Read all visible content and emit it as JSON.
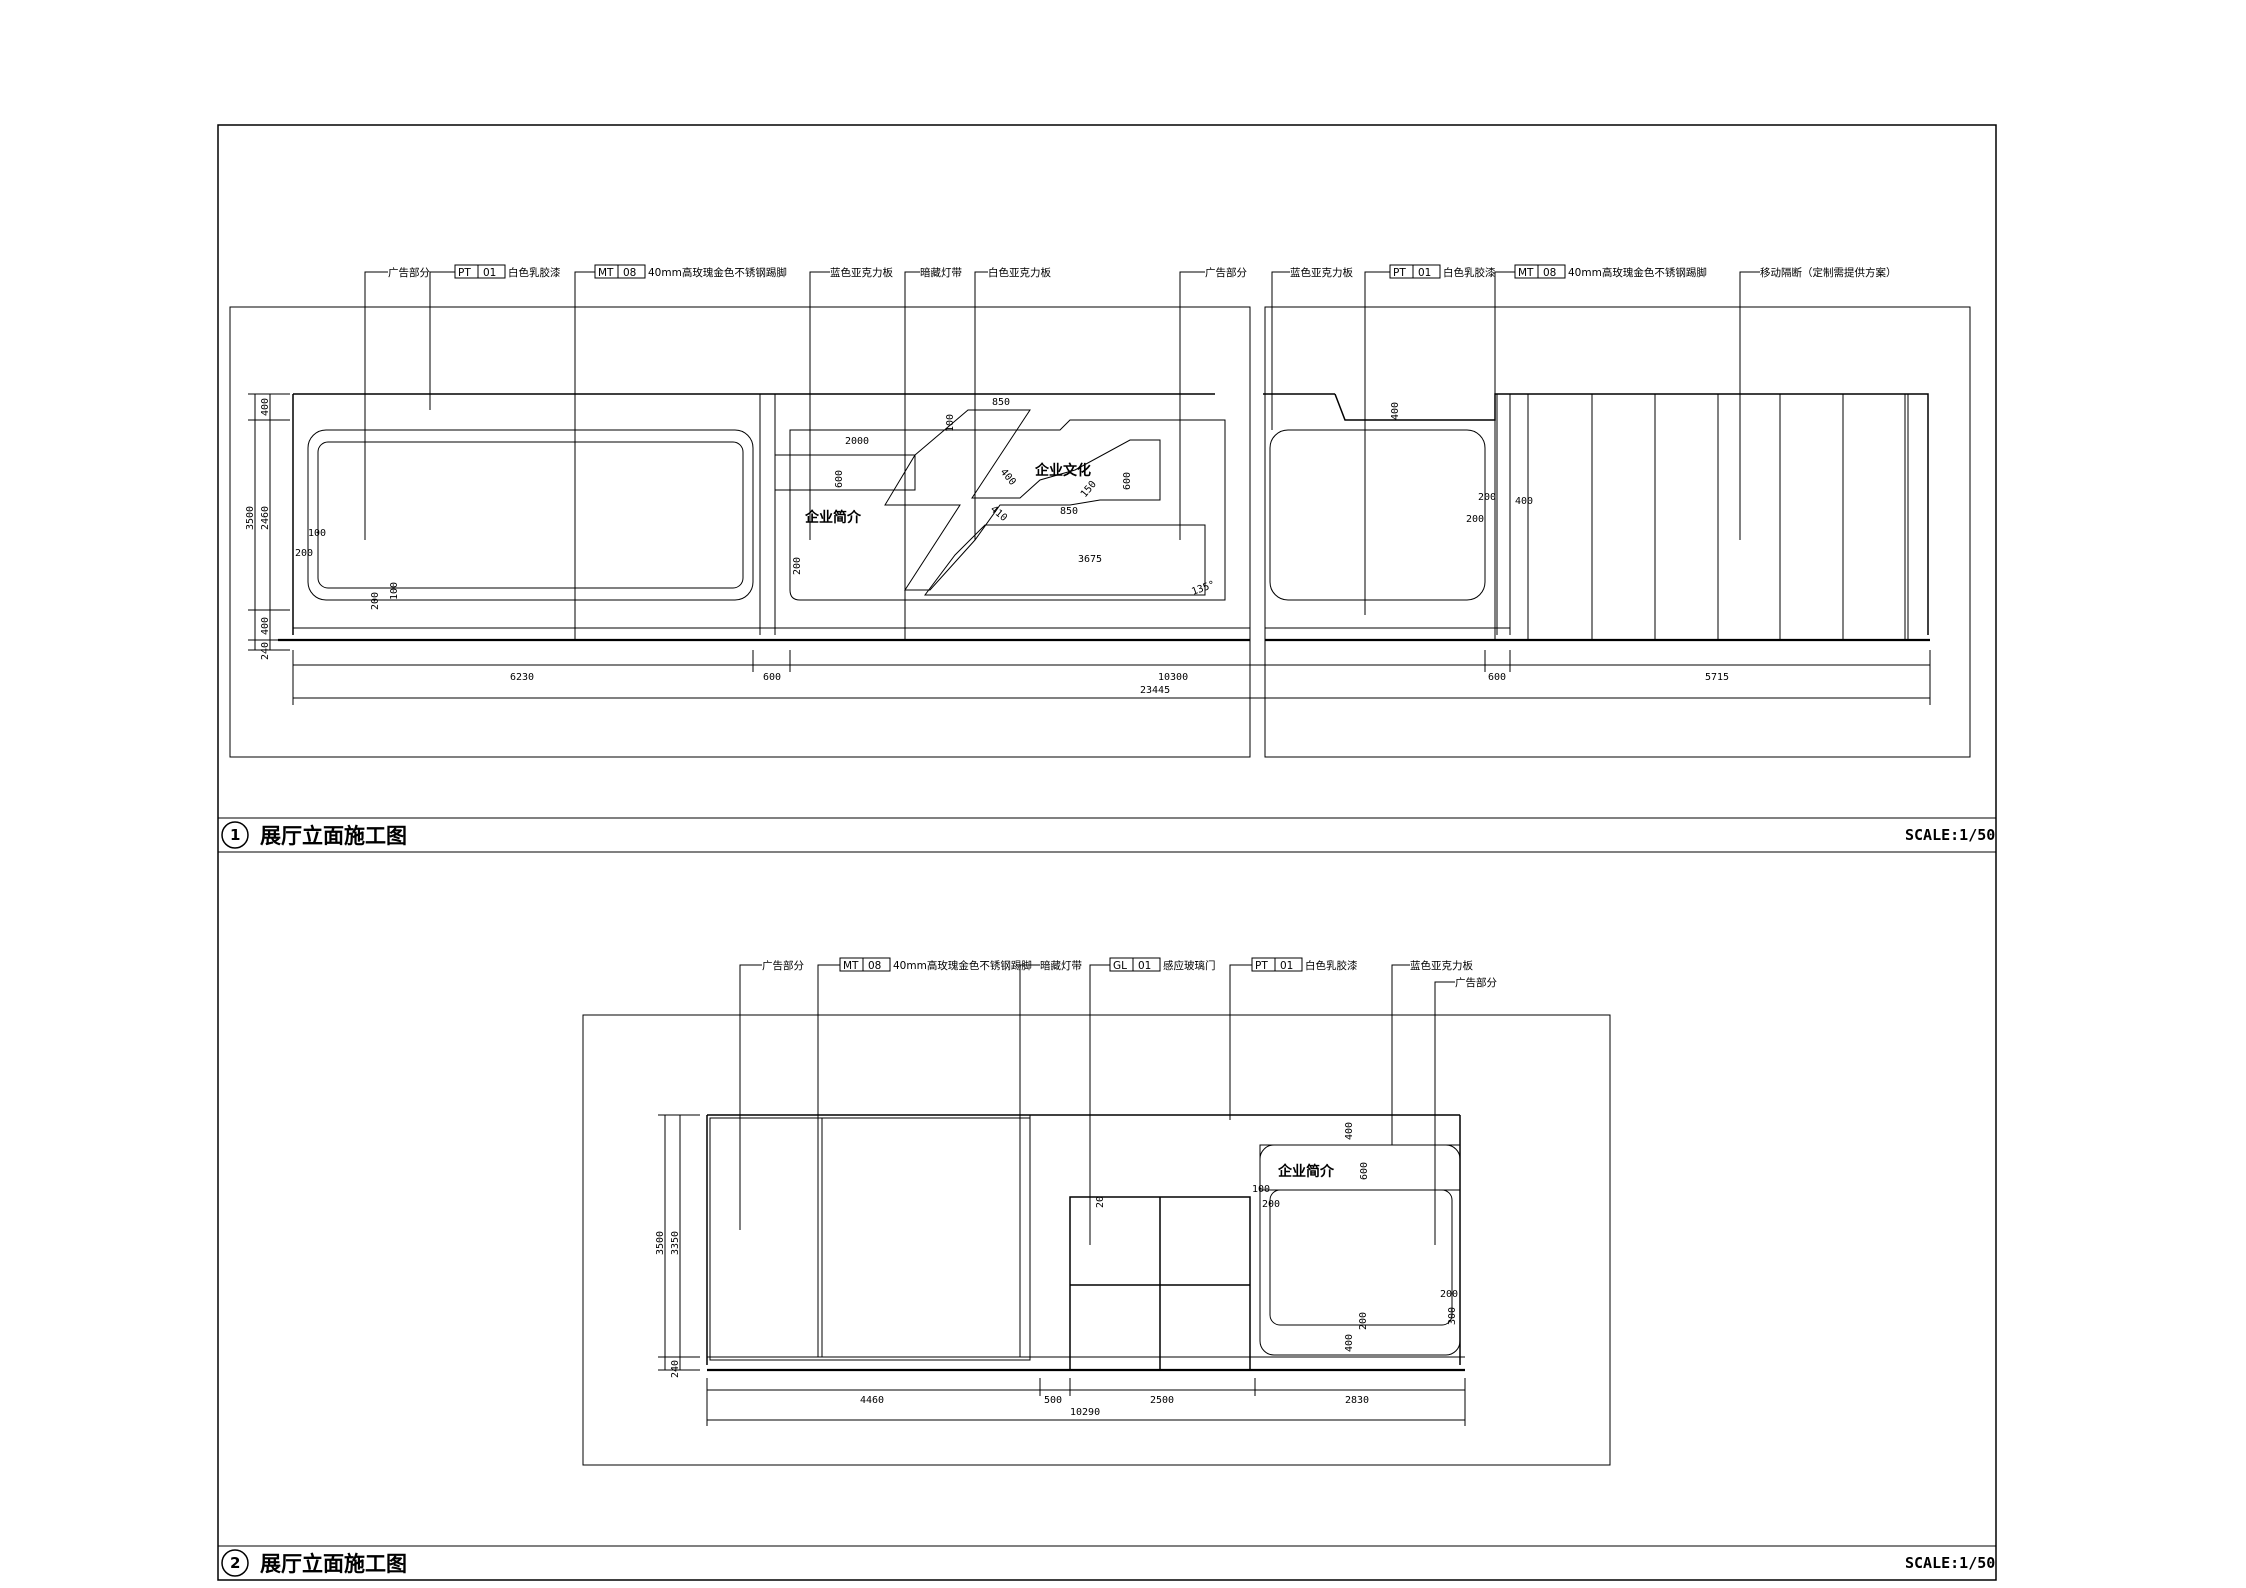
{
  "sheet": {
    "view1": {
      "number": "1",
      "title": "展厅立面施工图",
      "scale": "SCALE:1/50",
      "panel_titles": {
        "intro": "企业简介",
        "culture": "企业文化"
      },
      "callouts": {
        "ad_left": "广告部分",
        "pt_code": "PT",
        "pt_num": "01",
        "pt_desc": "白色乳胶漆",
        "mt_code": "MT",
        "mt_num": "08",
        "mt_desc": "40mm高玫瑰金色不锈钢踢脚",
        "blue_acrylic": "蓝色亚克力板",
        "hidden_light": "暗藏灯带",
        "white_acrylic": "白色亚克力板",
        "ad_mid": "广告部分",
        "blue_acrylic_r": "蓝色亚克力板",
        "pt_code_r": "PT",
        "pt_num_r": "01",
        "pt_desc_r": "白色乳胶漆",
        "mt_code_r": "MT",
        "mt_num_r": "08",
        "mt_desc_r": "40mm高玫瑰金色不锈钢踢脚",
        "partition": "移动隔断（定制需提供方案）"
      },
      "dims_bottom": [
        "6230",
        "600",
        "10300",
        "600",
        "5715"
      ],
      "dim_total": "23445",
      "dims_left": [
        "400",
        "2460",
        "3500",
        "400",
        "240"
      ],
      "dims_inner": {
        "d2000": "2000",
        "d600a": "600",
        "d100a": "100",
        "d850a": "850",
        "d400": "400",
        "d150": "150",
        "d600b": "600",
        "d850b": "850",
        "d410": "410",
        "d3675": "3675",
        "d135": "135°",
        "d200a": "200",
        "d100b": "100",
        "d200b": "200",
        "d100c": "100",
        "d200c": "200",
        "d400r": "400",
        "d200r1": "200",
        "d200r2": "200",
        "d400r2": "400"
      }
    },
    "view2": {
      "number": "2",
      "title": "展厅立面施工图",
      "scale": "SCALE:1/50",
      "panel_title": "企业简介",
      "callouts": {
        "ad_left": "广告部分",
        "mt_code": "MT",
        "mt_num": "08",
        "mt_desc": "40mm高玫瑰金色不锈钢踢脚",
        "hidden_light": "暗藏灯带",
        "gl_code": "GL",
        "gl_num": "01",
        "gl_desc": "感应玻璃门",
        "pt_code": "PT",
        "pt_num": "01",
        "pt_desc": "白色乳胶漆",
        "blue_acrylic": "蓝色亚克力板",
        "ad_right": "广告部分"
      },
      "dims_bottom": [
        "4460",
        "500",
        "2500",
        "2830"
      ],
      "dim_total": "10290",
      "dims_left": [
        "3500",
        "3350",
        "240"
      ],
      "dims_inner": {
        "d400a": "400",
        "d600": "600",
        "d100": "100",
        "d200a": "200",
        "d200b": "200",
        "d300": "300",
        "d200c": "200",
        "d400b": "400",
        "d20": "20"
      }
    }
  }
}
